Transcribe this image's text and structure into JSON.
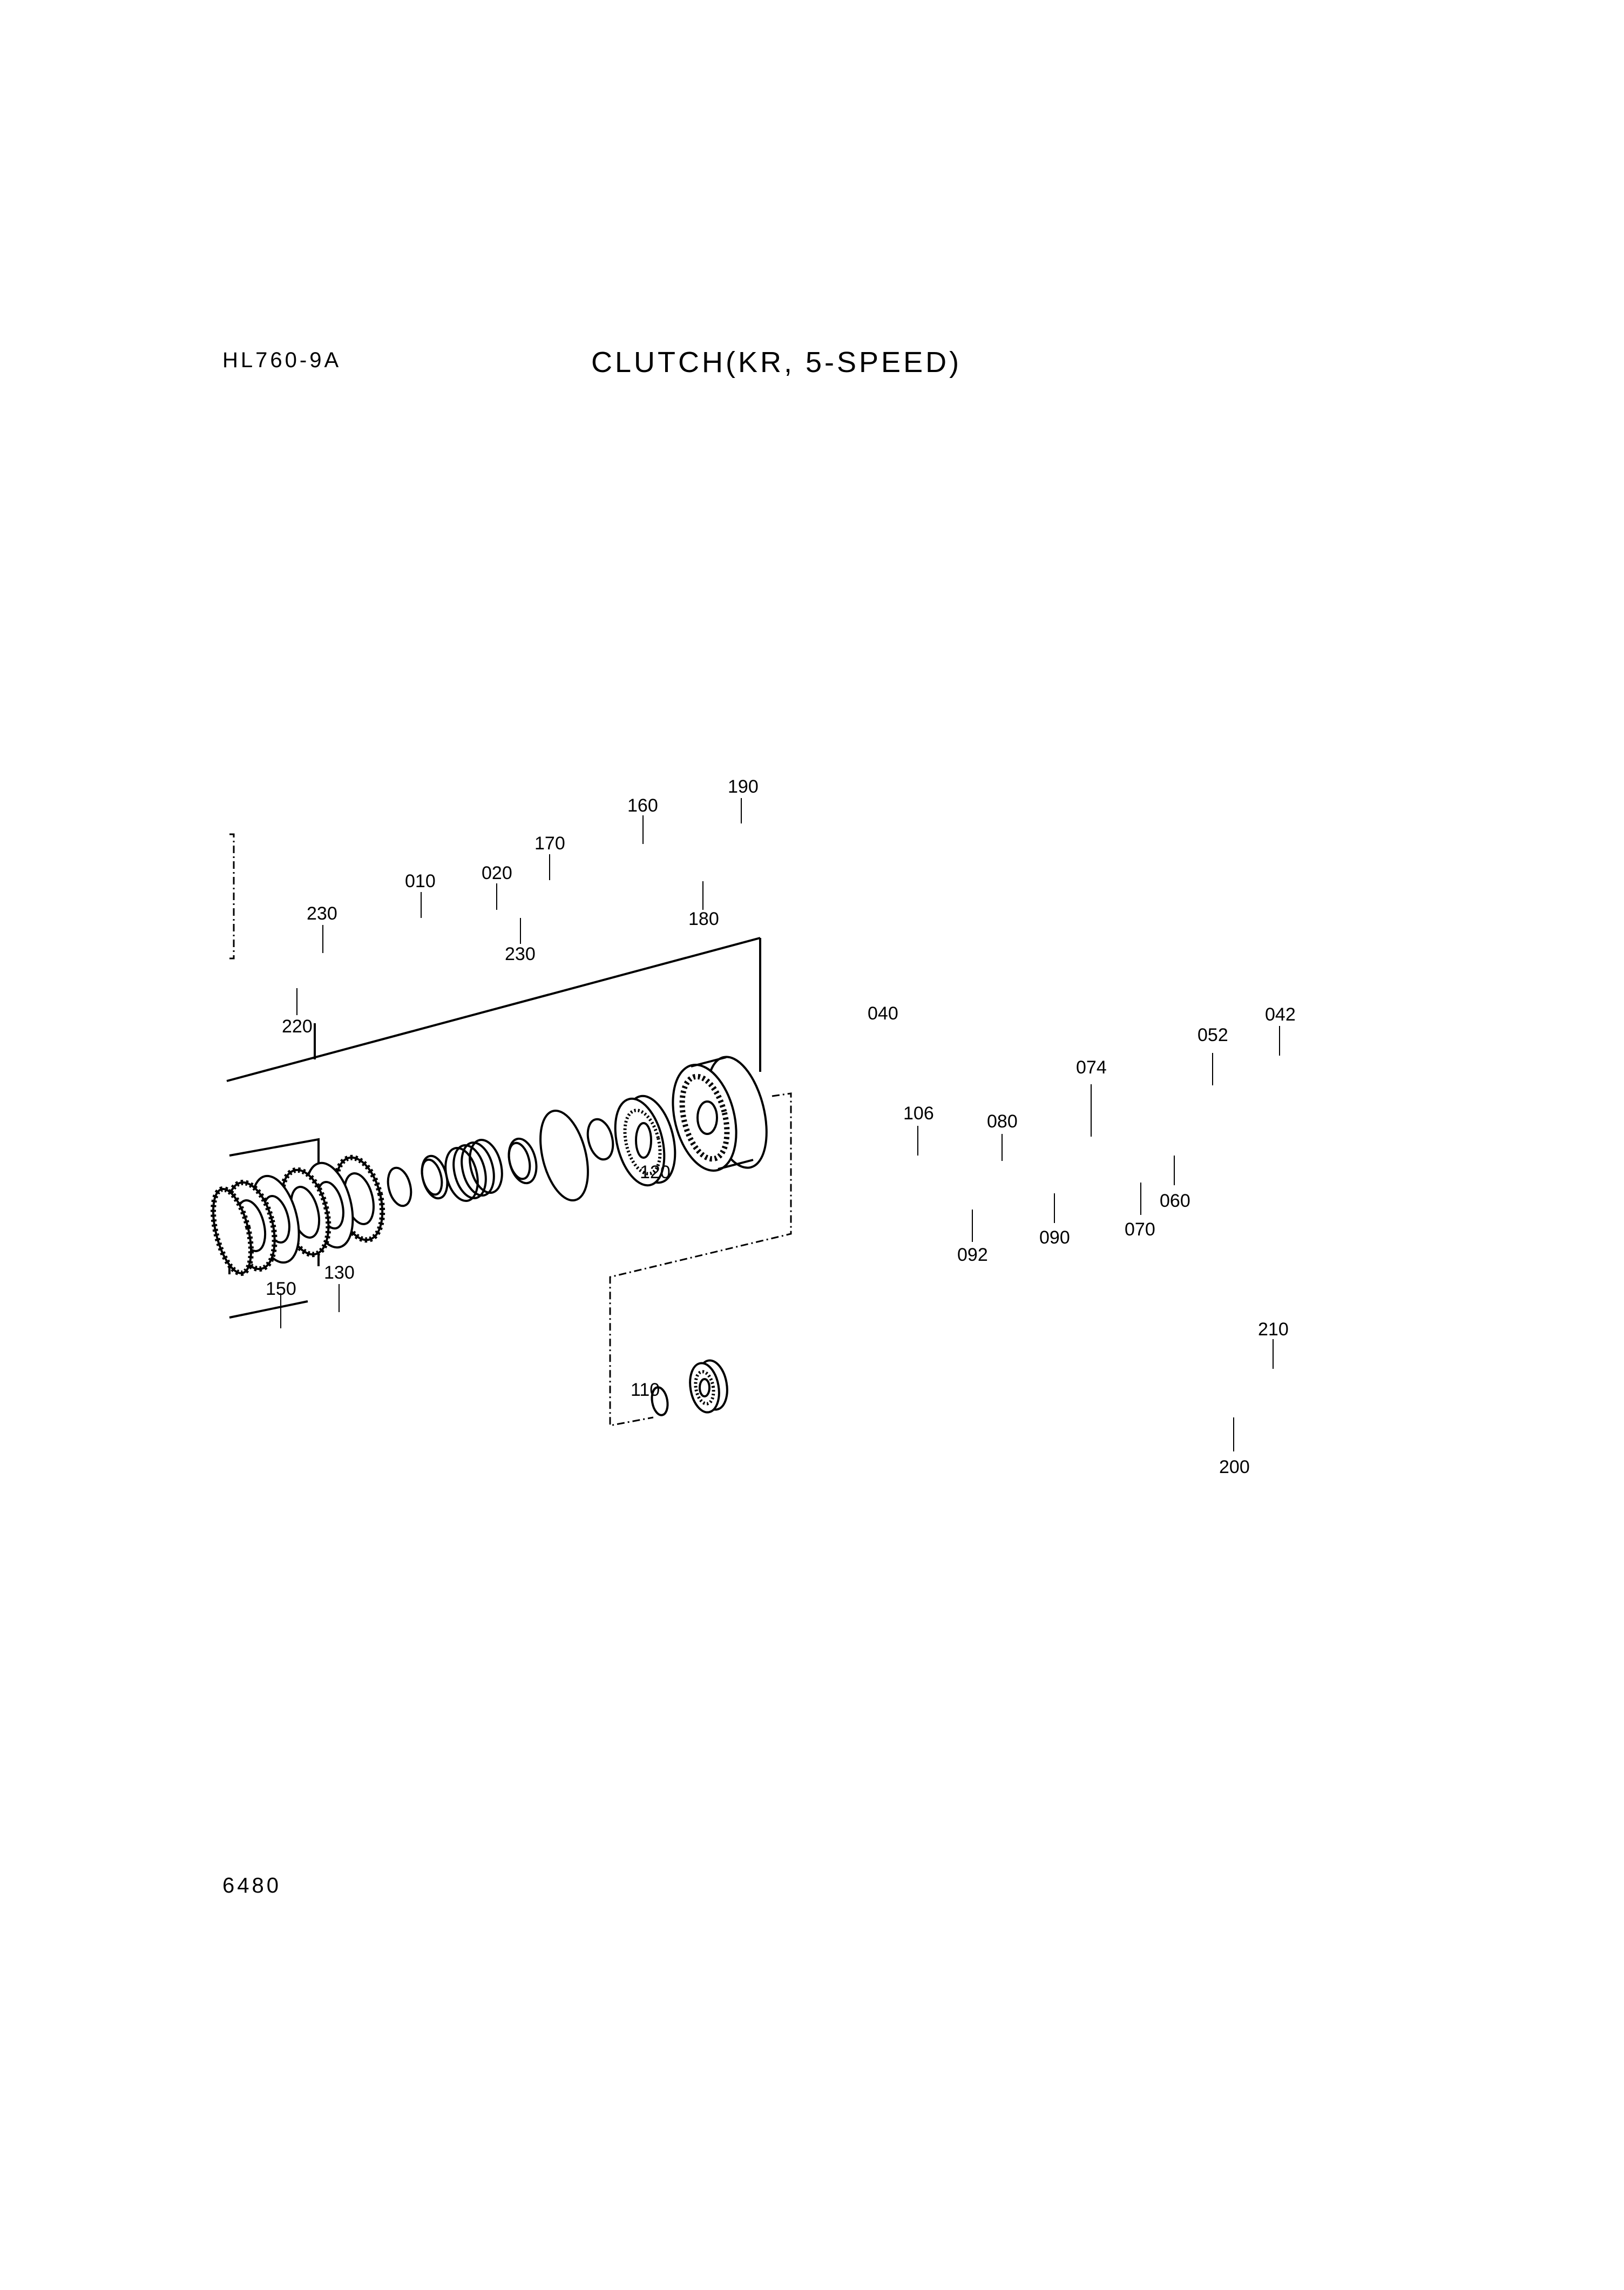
{
  "header": {
    "model": "HL760-9A",
    "title": "CLUTCH(KR, 5-SPEED)"
  },
  "footer": {
    "page_number": "6480"
  },
  "diagram": {
    "labels": {
      "p190": "190",
      "p160": "160",
      "p170": "170",
      "p010": "010",
      "p020": "020",
      "p230a": "230",
      "p180": "180",
      "p230b": "230",
      "p220": "220",
      "p040": "040",
      "p042": "042",
      "p052": "052",
      "p074": "074",
      "p106": "106",
      "p080": "080",
      "p060": "060",
      "p070": "070",
      "p090": "090",
      "p092": "092",
      "p120": "120",
      "p150": "150",
      "p130": "130",
      "p210": "210",
      "p110": "110",
      "p200": "200"
    }
  }
}
